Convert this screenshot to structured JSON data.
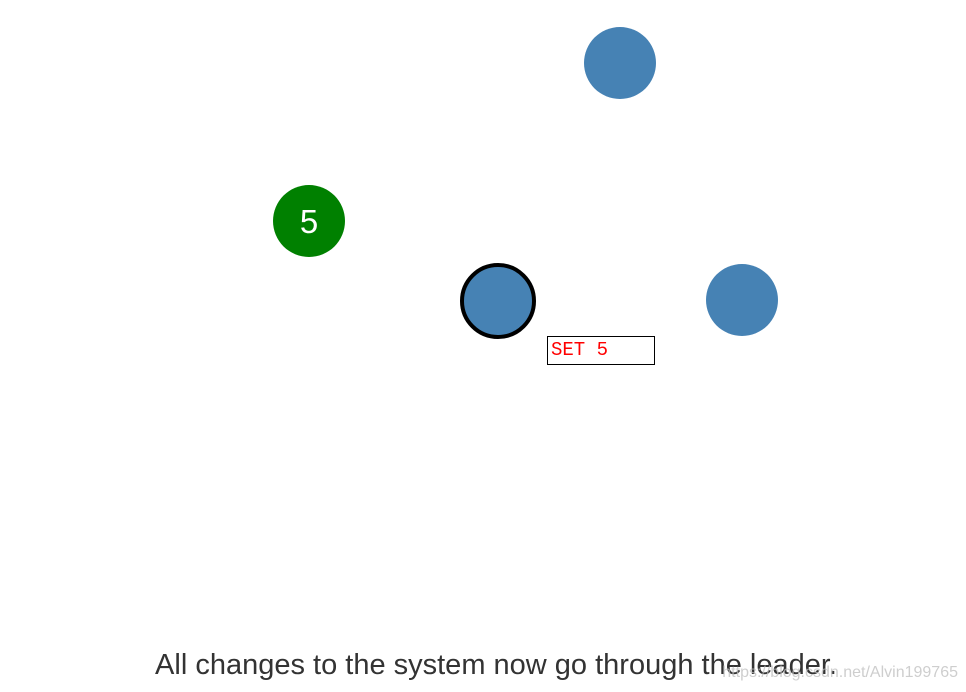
{
  "diagram": {
    "nodes": [
      {
        "id": "node-top",
        "role": "follower",
        "color": "#4682b4",
        "label": ""
      },
      {
        "id": "node-client",
        "role": "client",
        "color": "#008000",
        "label": "5"
      },
      {
        "id": "node-leader",
        "role": "leader",
        "color": "#4682b4",
        "label": ""
      },
      {
        "id": "node-right",
        "role": "follower",
        "color": "#4682b4",
        "label": ""
      }
    ],
    "message": {
      "text": "SET 5",
      "color": "#ff0000"
    },
    "caption": "All changes to the system now go through the leader.",
    "watermark": "https://blog.csdn.net/Alvin199765"
  }
}
